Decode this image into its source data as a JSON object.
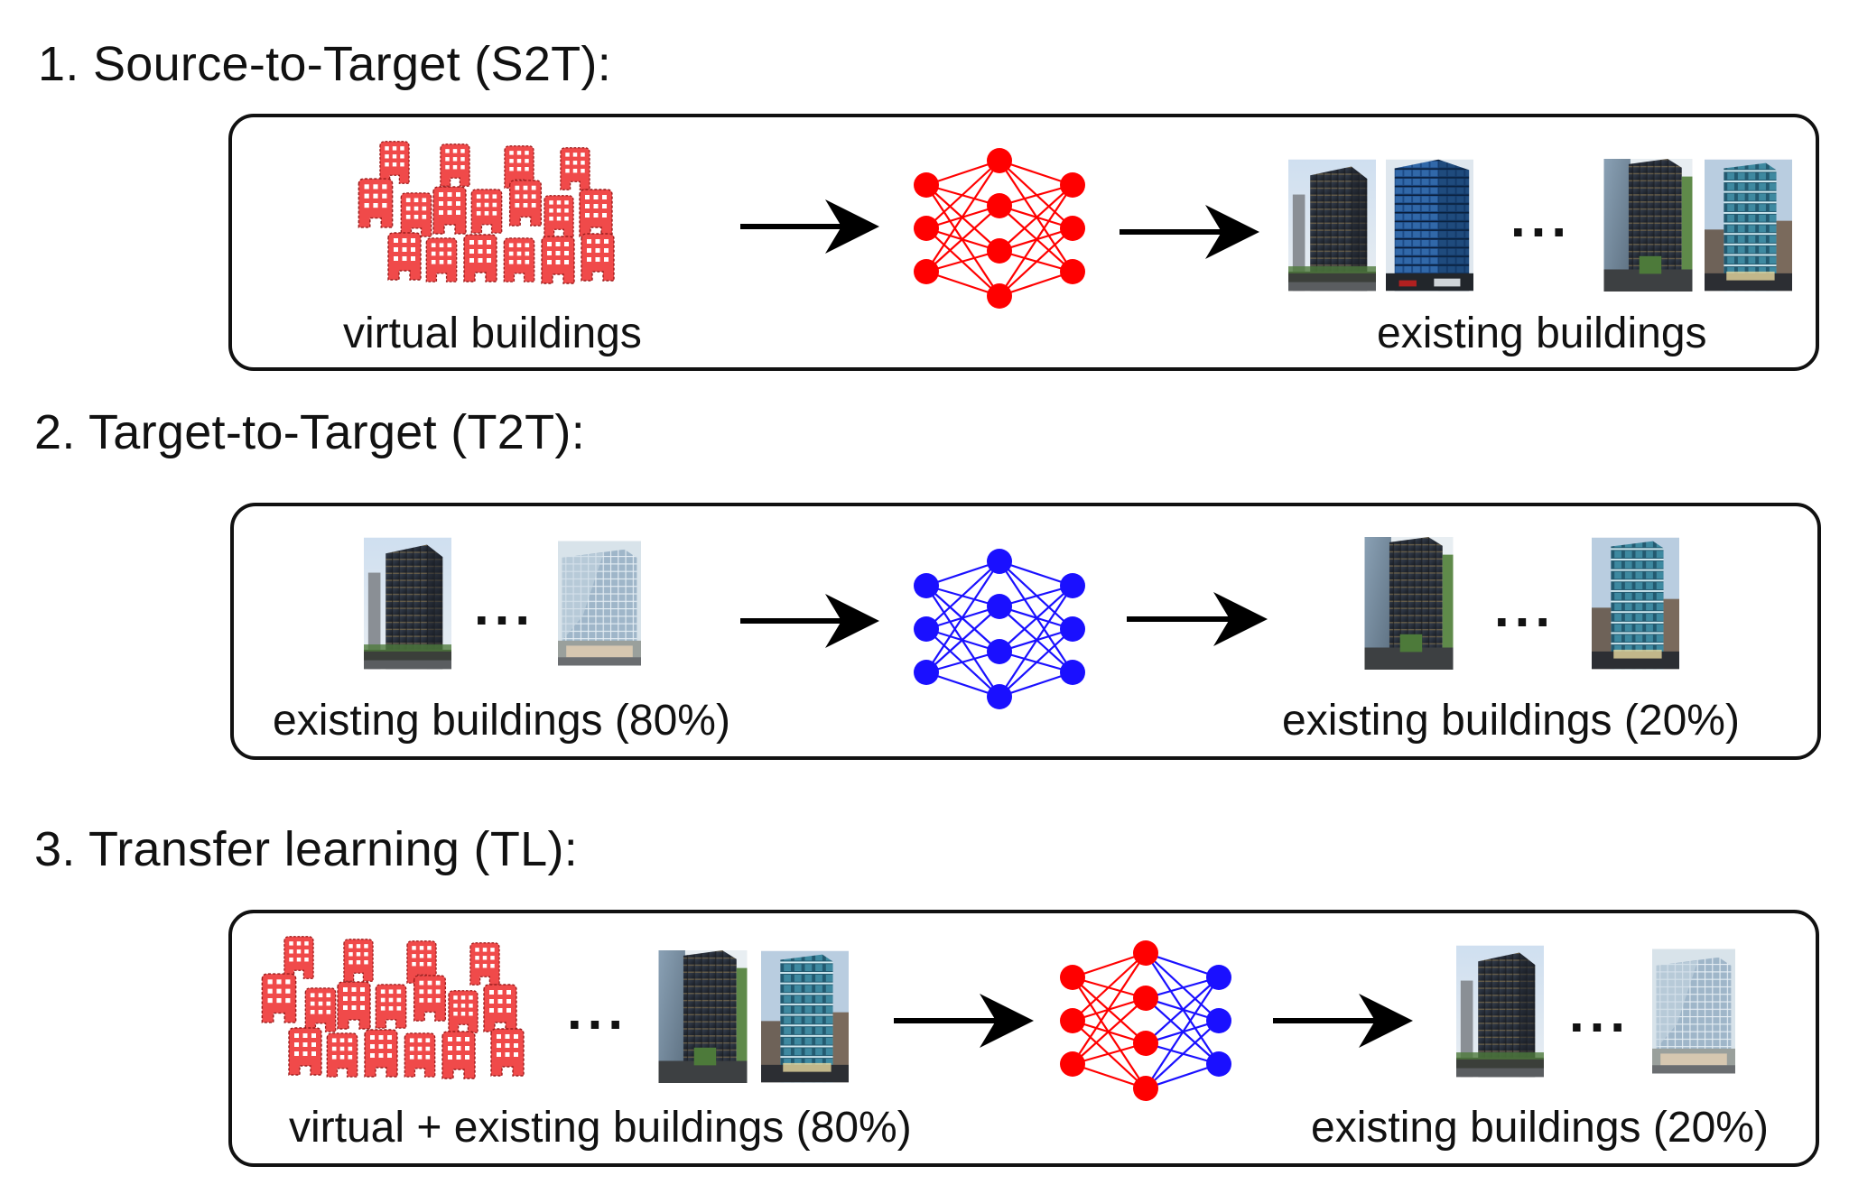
{
  "sections": [
    {
      "title": "1. Source-to-Target (S2T):",
      "input_caption": "virtual buildings",
      "output_caption": "existing buildings",
      "input_kind": "virtual",
      "network": "red",
      "ellipsis": "..."
    },
    {
      "title": "2. Target-to-Target (T2T):",
      "input_caption": "existing buildings (80%)",
      "output_caption": "existing buildings (20%)",
      "input_kind": "existing",
      "network": "blue",
      "ellipsis": "..."
    },
    {
      "title": "3. Transfer learning (TL):",
      "input_caption": "virtual + existing buildings (80%)",
      "output_caption": "existing buildings (20%)",
      "input_kind": "virtual+existing",
      "network": "red-blue",
      "ellipsis": "..."
    }
  ],
  "colors": {
    "virtual_building": "#f04a4a",
    "network_red": "#ff0000",
    "network_blue": "#1a10ff",
    "arrow": "#000000",
    "border": "#111111"
  }
}
